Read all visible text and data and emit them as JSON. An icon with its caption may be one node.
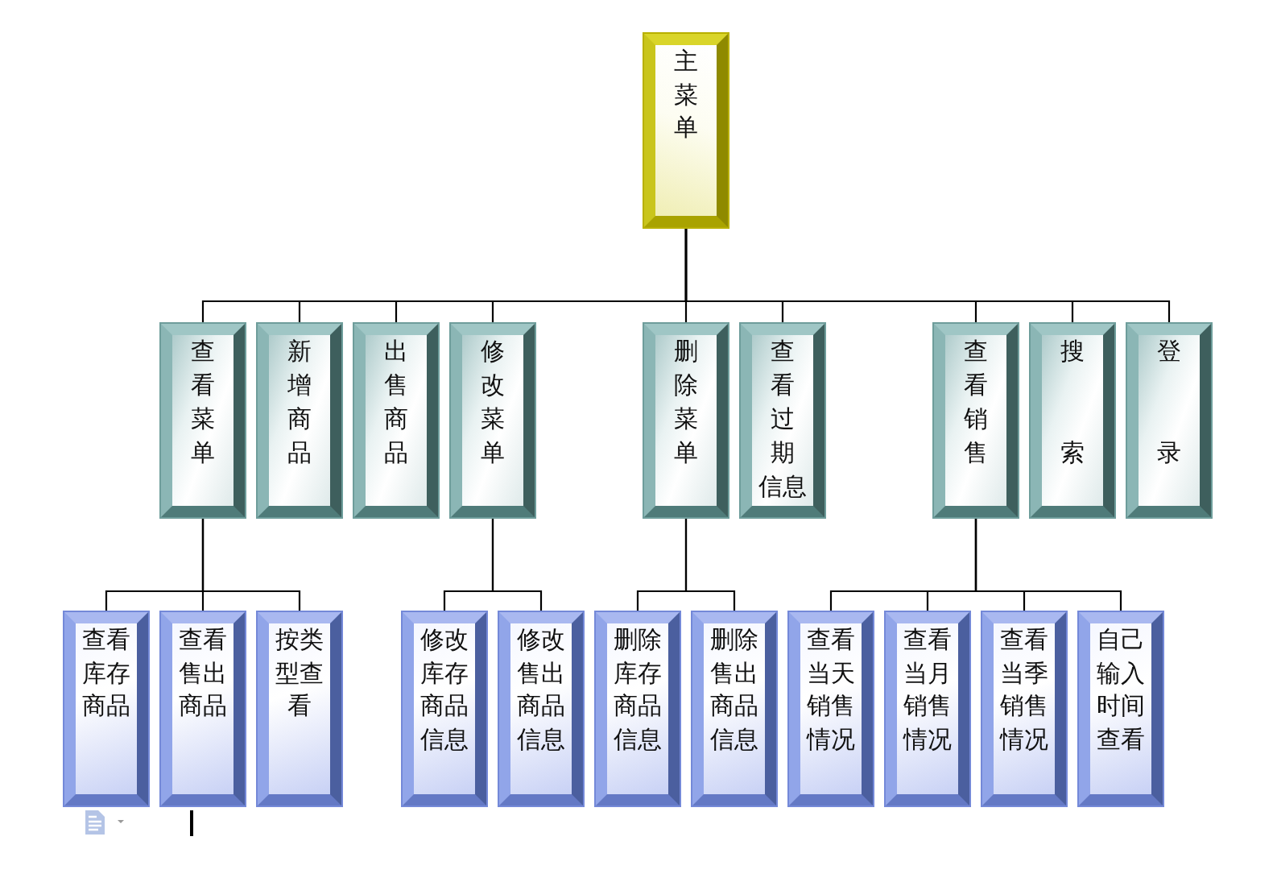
{
  "diagram": {
    "nodes": [
      {
        "text": [
          "主菜单"
        ]
      },
      {
        "text": [
          "查看菜单"
        ]
      },
      {
        "text": [
          "新增商品"
        ]
      },
      {
        "text": [
          "出售商品"
        ]
      },
      {
        "text": [
          "修改菜单"
        ]
      },
      {
        "text": [
          "删除菜单"
        ]
      },
      {
        "text": [
          "查看过期信息"
        ]
      },
      {
        "text": [
          "查看销售"
        ]
      },
      {
        "text": [
          "搜索"
        ]
      },
      {
        "text": [
          "登录"
        ]
      },
      {
        "text": [
          "查看库存商品"
        ]
      },
      {
        "text": [
          "查看售出商品"
        ]
      },
      {
        "text": [
          "按类型查看"
        ]
      },
      {
        "text": [
          "修改库存商品信息"
        ]
      },
      {
        "text": [
          "修改售出商品信息"
        ]
      },
      {
        "text": [
          "删除库存商品信息"
        ]
      },
      {
        "text": [
          "删除售出商品信息"
        ]
      },
      {
        "text": [
          "查看当天销售情况"
        ]
      },
      {
        "text": [
          "查看当月销售情况"
        ]
      },
      {
        "text": [
          "查看当季销售情况"
        ]
      },
      {
        "text": [
          "自己输入时间查看"
        ]
      }
    ],
    "edges": [
      {
        "from": 0,
        "to": 1,
        "arrow": "none"
      },
      {
        "from": 0,
        "to": 2,
        "arrow": "none"
      },
      {
        "from": 0,
        "to": 3,
        "arrow": "none"
      },
      {
        "from": 0,
        "to": 4,
        "arrow": "none"
      },
      {
        "from": 0,
        "to": 5,
        "arrow": "none"
      },
      {
        "from": 0,
        "to": 6,
        "arrow": "none"
      },
      {
        "from": 0,
        "to": 7,
        "arrow": "none"
      },
      {
        "from": 0,
        "to": 8,
        "arrow": "none"
      },
      {
        "from": 0,
        "to": 9,
        "arrow": "none"
      },
      {
        "from": 1,
        "to": 10,
        "arrow": "none"
      },
      {
        "from": 1,
        "to": 11,
        "arrow": "none"
      },
      {
        "from": 1,
        "to": 12,
        "arrow": "none"
      },
      {
        "from": 4,
        "to": 13,
        "arrow": "none"
      },
      {
        "from": 4,
        "to": 14,
        "arrow": "none"
      },
      {
        "from": 5,
        "to": 15,
        "arrow": "none"
      },
      {
        "from": 5,
        "to": 16,
        "arrow": "none"
      },
      {
        "from": 7,
        "to": 17,
        "arrow": "none"
      },
      {
        "from": 7,
        "to": 18,
        "arrow": "none"
      },
      {
        "from": 7,
        "to": 19,
        "arrow": "none"
      },
      {
        "from": 7,
        "to": 20,
        "arrow": "none"
      }
    ]
  }
}
